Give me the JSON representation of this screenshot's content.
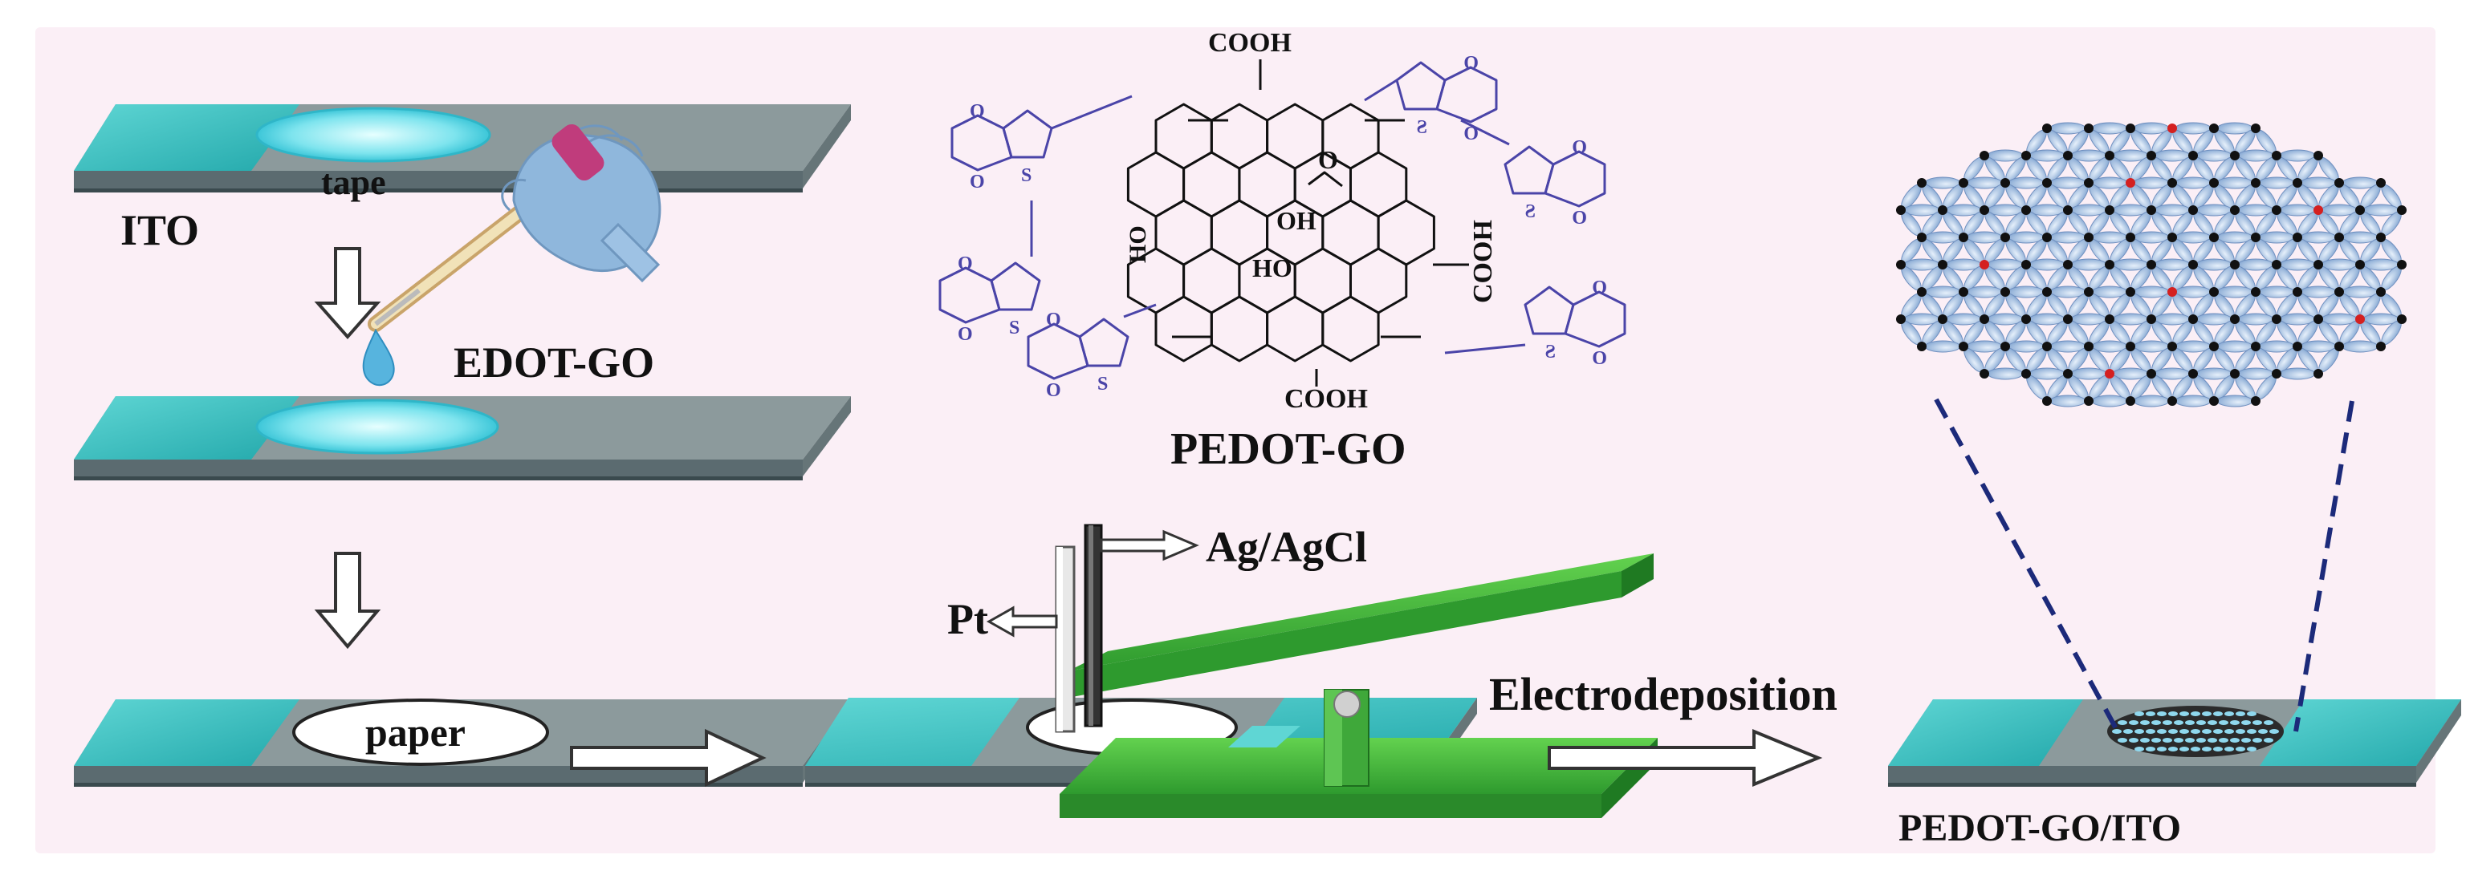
{
  "labels": {
    "ito": "ITO",
    "tape": "tape",
    "edot_go": "EDOT-GO",
    "paper": "paper",
    "pedot_go": "PEDOT-GO",
    "ag_agcl": "Ag/AgCl",
    "pt": "Pt",
    "electrodeposition": "Electrodeposition",
    "pedot_go_ito": "PEDOT-GO/ITO"
  },
  "molecule": {
    "cooh_top": "COOH",
    "cooh_right": "COOH",
    "cooh_bottom": "COOH",
    "ho_left": "HO",
    "oh_center": "OH",
    "ho_center": "HO",
    "o_epoxy": "O",
    "o": "O",
    "s": "S"
  },
  "colors": {
    "background": "#fbeff6",
    "ito_teal": "#2fbcbc",
    "glass_gray": "#8c9a9c",
    "cell_green": "#3fb53c",
    "pedot_blue": "#4a44a8",
    "graphene_ellipse": "#a8c6e8"
  }
}
